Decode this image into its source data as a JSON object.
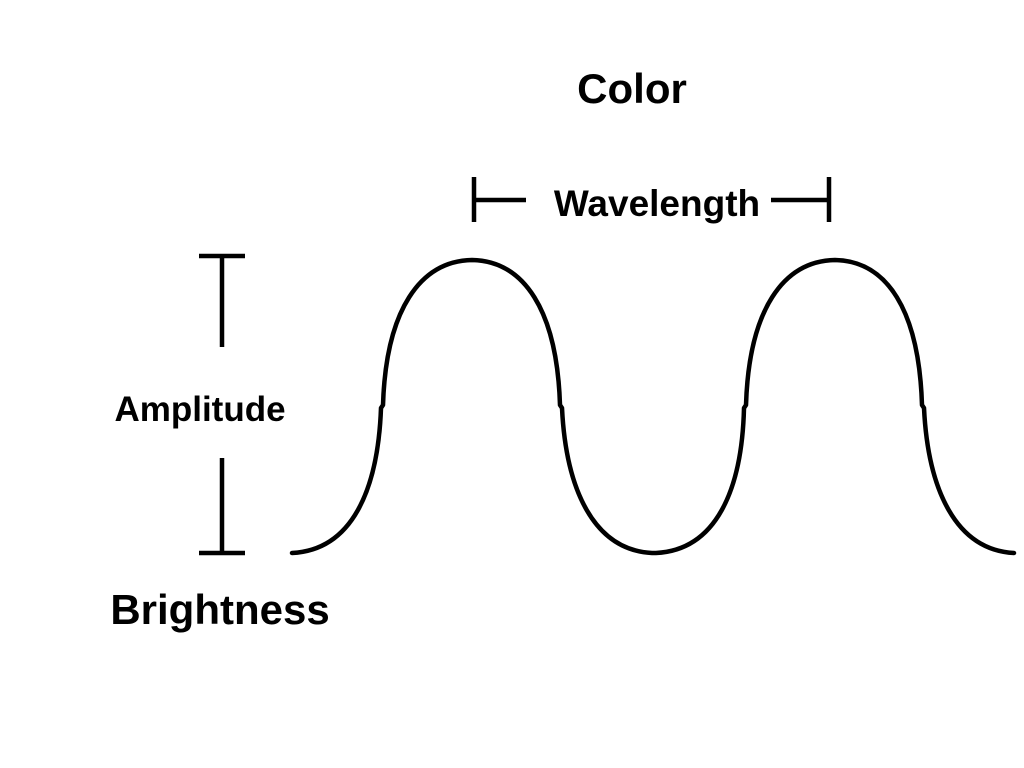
{
  "labels": {
    "color": "Color",
    "wavelength": "Wavelength",
    "amplitude": "Amplitude",
    "brightness": "Brightness"
  },
  "colors": {
    "ink": "#000000",
    "background": "#ffffff"
  }
}
